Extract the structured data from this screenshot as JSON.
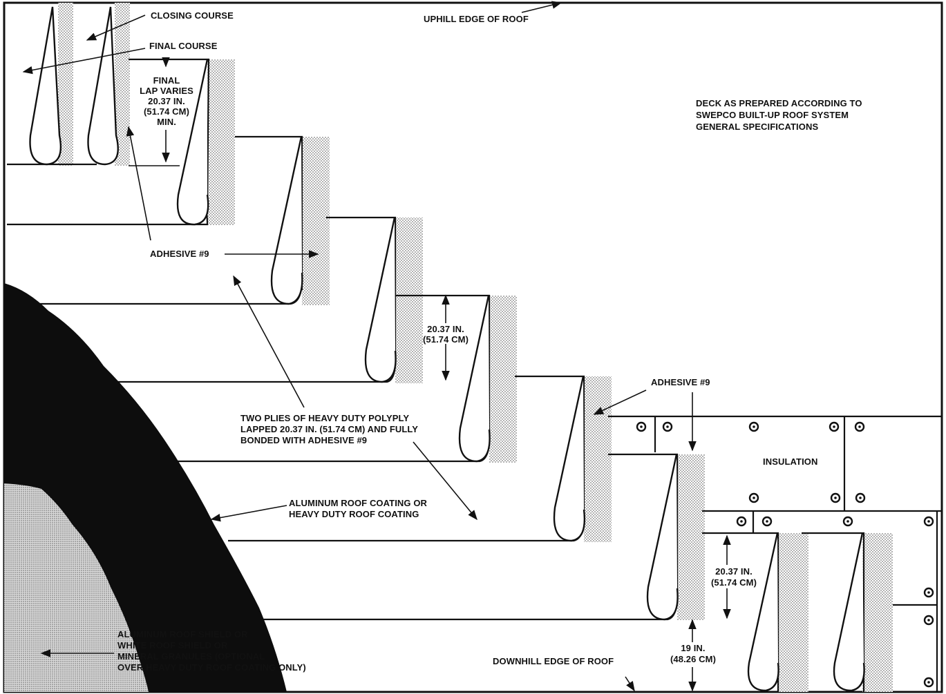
{
  "labels": {
    "closing_course": "CLOSING COURSE",
    "final_course": "FINAL COURSE",
    "uphill_edge": "UPHILL EDGE OF ROOF",
    "final_lap": [
      "FINAL",
      "LAP VARIES",
      "20.37 IN.",
      "(51.74 CM)",
      "MIN."
    ],
    "deck_note": [
      "DECK AS PREPARED ACCORDING TO",
      "SWEPCO BUILT-UP ROOF SYSTEM",
      "GENERAL SPECIFICATIONS"
    ],
    "adhesive_left": "ADHESIVE #9",
    "lap_dim_middle": [
      "20.37 IN.",
      "(51.74 CM)"
    ],
    "adhesive_right": "ADHESIVE #9",
    "plies_note": [
      "TWO PLIES OF HEAVY DUTY POLYPLY",
      "LAPPED 20.37 IN. (51.74 CM) AND FULLY",
      "BONDED WITH ADHESIVE #9"
    ],
    "insulation": "INSULATION",
    "coating_note": [
      "ALUMINUM ROOF COATING OR",
      "HEAVY DUTY ROOF COATING"
    ],
    "lap_dim_lower": [
      "20.37 IN.",
      "(51.74 CM)"
    ],
    "first_course_dim": [
      "19 IN.",
      "(48.26 CM)"
    ],
    "shield_note": [
      "ALUMINUM ROOF SHIELD OR",
      "WHITE ROOF SHIELD OR",
      "MINERAL GRANULES (OPTIONAL",
      "OVER HEAVY DUTY ROOF COATING ONLY)"
    ],
    "downhill_edge": "DOWNHILL EDGE OF ROOF"
  },
  "colors": {
    "ink": "#111111",
    "paper": "#ffffff",
    "stipple": "#9a9a9a",
    "coating": "#0d0d0d"
  },
  "icons": {
    "fastener": "fastener-icon",
    "arrow": "arrow-icon"
  }
}
